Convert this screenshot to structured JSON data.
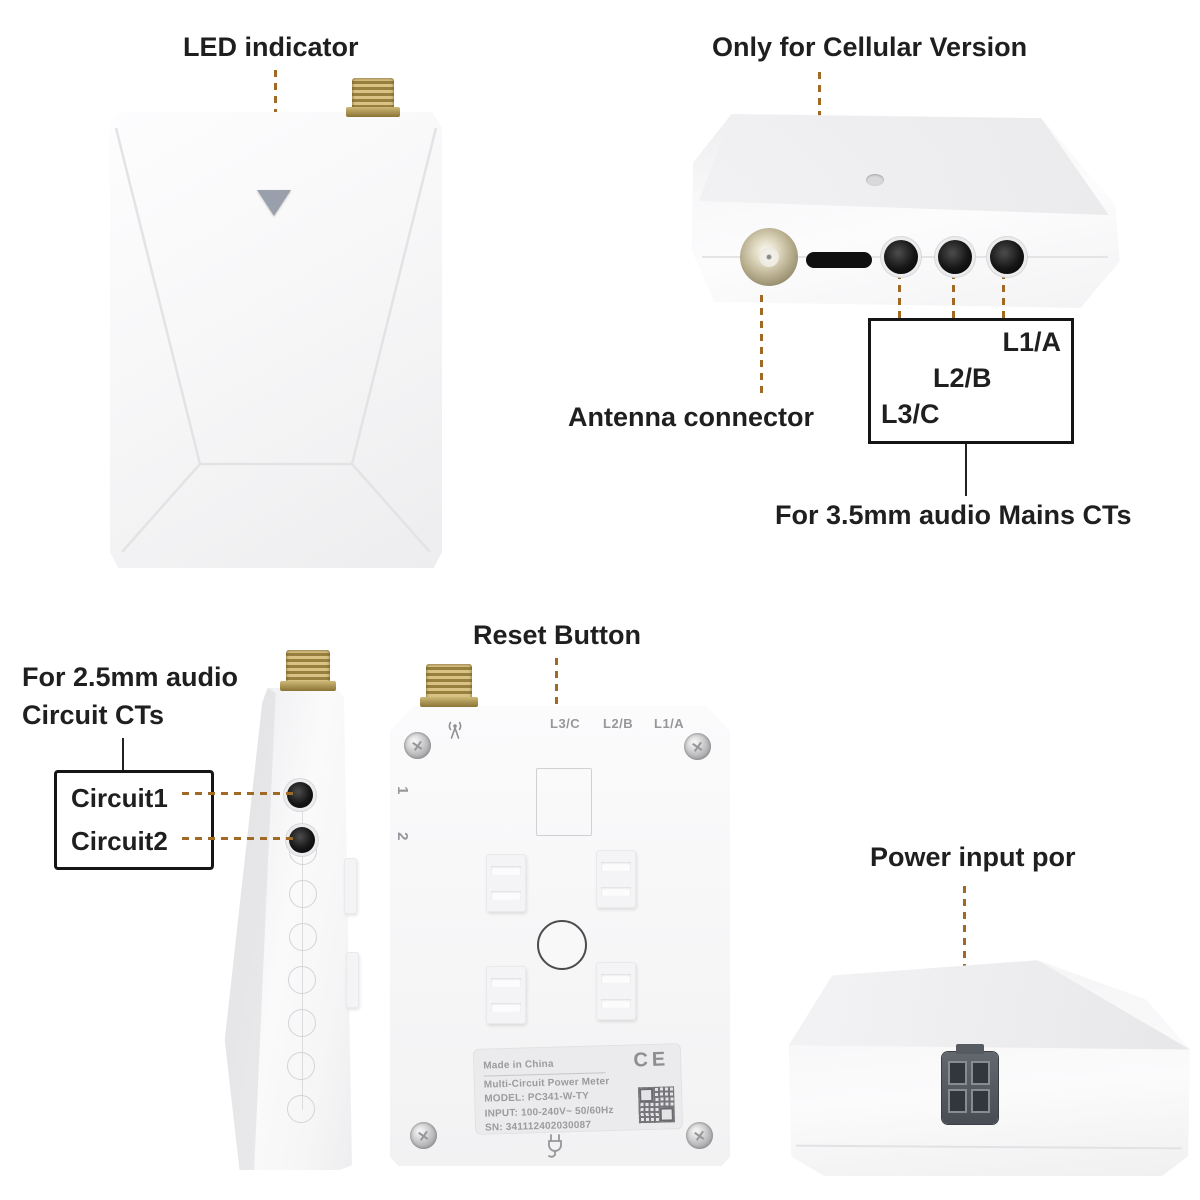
{
  "colors": {
    "background": "#ffffff",
    "annotation_text": "#1f1f1f",
    "leader_dash": "#a06a24",
    "leader_line": "#222222",
    "device_body": "#f5f5f6",
    "led_triangle": "#99a0ac",
    "gold_connector": "#b99c52",
    "port_black": "#111111",
    "power_connector": "#4a4f55",
    "panel_print": "#97979b"
  },
  "annotations": {
    "led_indicator": "LED indicator",
    "cellular_version": "Only for Cellular Version",
    "antenna_connector": "Antenna connector",
    "mains_cts": "For 3.5mm audio Mains CTs",
    "circuit_cts_line1": "For 2.5mm audio",
    "circuit_cts_line2": "Circuit CTs",
    "reset_button": "Reset Button",
    "power_input": "Power input por"
  },
  "mains_phase_box": {
    "l1a": "L1/A",
    "l2b": "L2/B",
    "l3c": "L3/C"
  },
  "circuit_box": {
    "circuit1": "Circuit1",
    "circuit2": "Circuit2"
  },
  "back_panel": {
    "phase_l3c": "L3/C",
    "phase_l2b": "L2/B",
    "phase_l1a": "L1/A",
    "channel_1": "1",
    "channel_2": "2"
  },
  "product_label": {
    "made_in": "Made in China",
    "product_name": "Multi-Circuit Power Meter",
    "model": "MODEL: PC341-W-TY",
    "input": "INPUT: 100-240V~ 50/60Hz",
    "serial": "SN: 341112402030087",
    "ce_mark": "CE"
  },
  "icons": {
    "led": "led-triangle-icon",
    "antenna_signal": "antenna-signal-icon",
    "power_plug": "power-plug-icon",
    "qr_code": "qr-code-graphic",
    "sim_slot": "sim-card-slot",
    "rf_connector": "f-type-antenna-connector"
  }
}
